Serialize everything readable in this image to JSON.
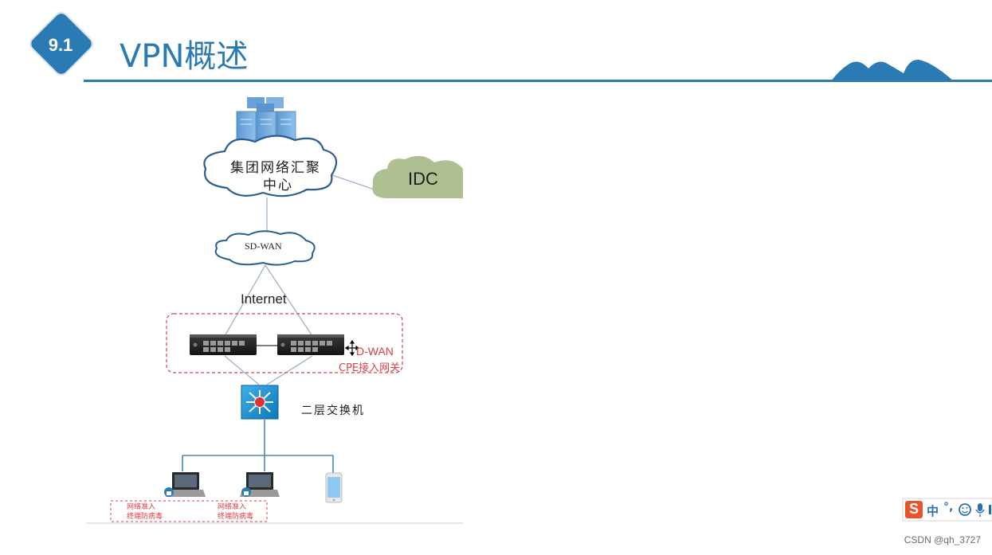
{
  "header": {
    "badge_number": "9.1",
    "title": "VPN概述"
  },
  "diagram": {
    "hq_cloud_line1": "集团网络汇聚",
    "hq_cloud_line2": "中心",
    "idc_label": "IDC",
    "sdwan_cloud_label": "SD-WAN",
    "internet_label": "Internet",
    "cpe_label_line1": "D-WAN",
    "cpe_label_line2": "CPE接入网关",
    "switch_label": "二层交换机",
    "endpoint_label_1_line1": "网络准入",
    "endpoint_label_1_line2": "终端防病毒",
    "endpoint_label_2_line1": "网络准入",
    "endpoint_label_2_line2": "终端防病毒"
  },
  "ime": {
    "logo": "S",
    "mode": "中",
    "punct": "°,"
  },
  "watermark": "CSDN @qh_3727",
  "colors": {
    "brand_blue": "#2a7ab4",
    "cloud_green": "#aebf92",
    "cpe_red": "#d9414a",
    "switch_blue": "#1a8cd0"
  }
}
